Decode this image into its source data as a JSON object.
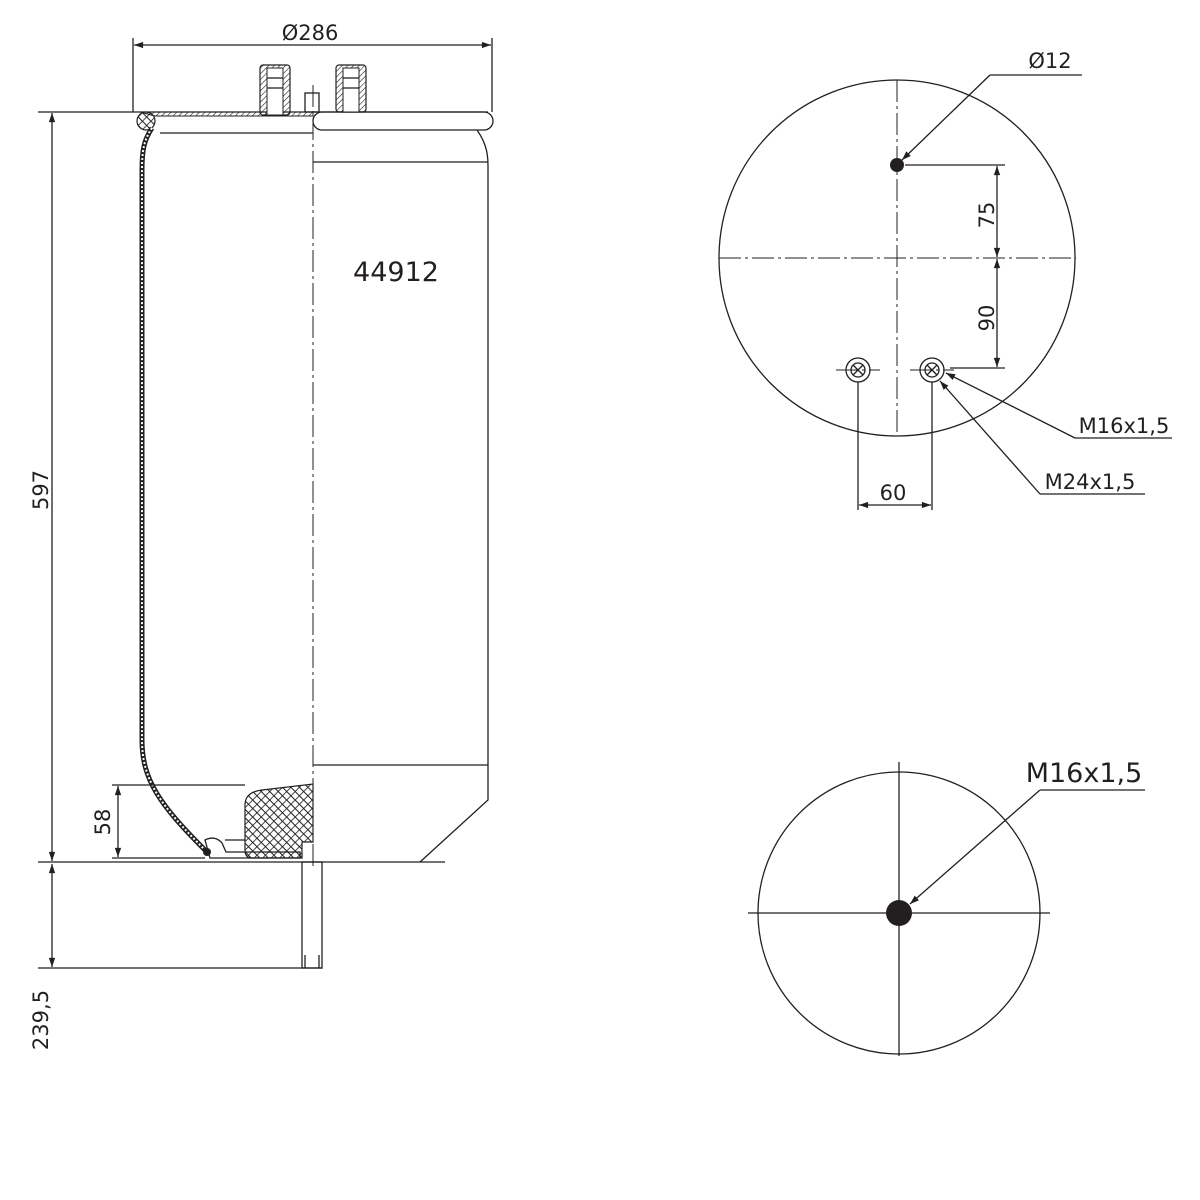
{
  "drawing": {
    "part_number": "44912",
    "side_view": {
      "top_diameter": "Ø286",
      "height": "597",
      "bumper_height": "58",
      "stud_length": "239,5"
    },
    "top_view": {
      "hole_diameter": "Ø12",
      "offset_upper": "75",
      "offset_lower": "90",
      "hole_spacing": "60",
      "thread_small": "M16x1,5",
      "thread_large": "M24x1,5"
    },
    "bottom_view": {
      "thread": "M16x1,5"
    },
    "colors": {
      "line": "#231f20",
      "background": "#ffffff"
    }
  }
}
